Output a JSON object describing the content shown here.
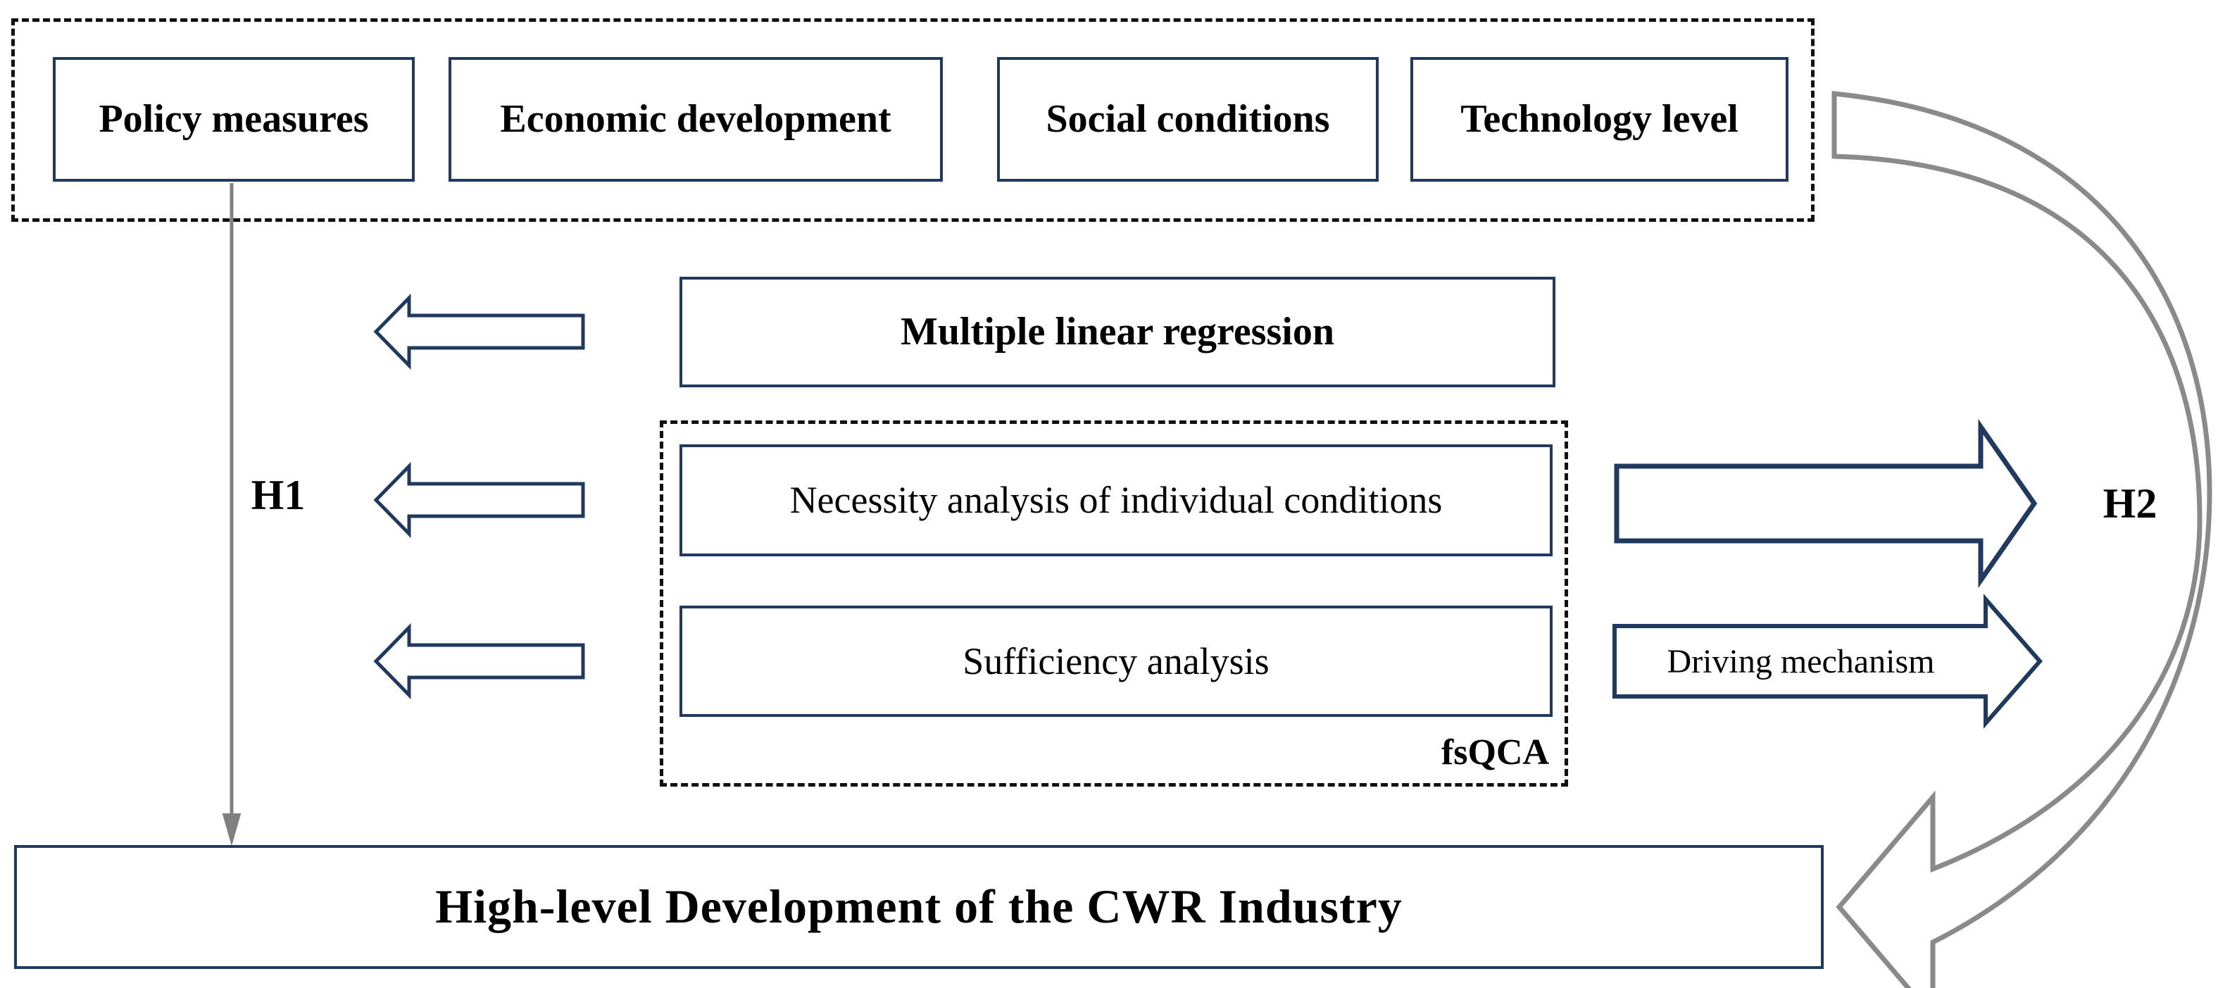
{
  "figure": {
    "type": "research-framework-diagram",
    "colors": {
      "box_border_navy": "#20395f",
      "dashed_border_black": "#111111",
      "curved_arrow_gray": "#8a8a8a",
      "connector_gray": "#808080",
      "text_black": "#000000",
      "background": "#ffffff"
    },
    "antecedents": {
      "boxes": [
        {
          "label": "Policy measures"
        },
        {
          "label": "Economic development"
        },
        {
          "label": "Social conditions"
        },
        {
          "label": "Technology level"
        }
      ]
    },
    "regression_box": {
      "label": "Multiple linear regression"
    },
    "fsqca_group": {
      "necessity_box": {
        "label": "Necessity analysis of individual conditions"
      },
      "sufficiency_box": {
        "label": "Sufficiency analysis"
      },
      "group_label": "fsQCA"
    },
    "hypotheses": {
      "h1": "H1",
      "h2": "H2"
    },
    "driving_arrow": {
      "label": "Driving mechanism"
    },
    "outcome_box": {
      "label": "High-level Development of the CWR Industry"
    }
  }
}
